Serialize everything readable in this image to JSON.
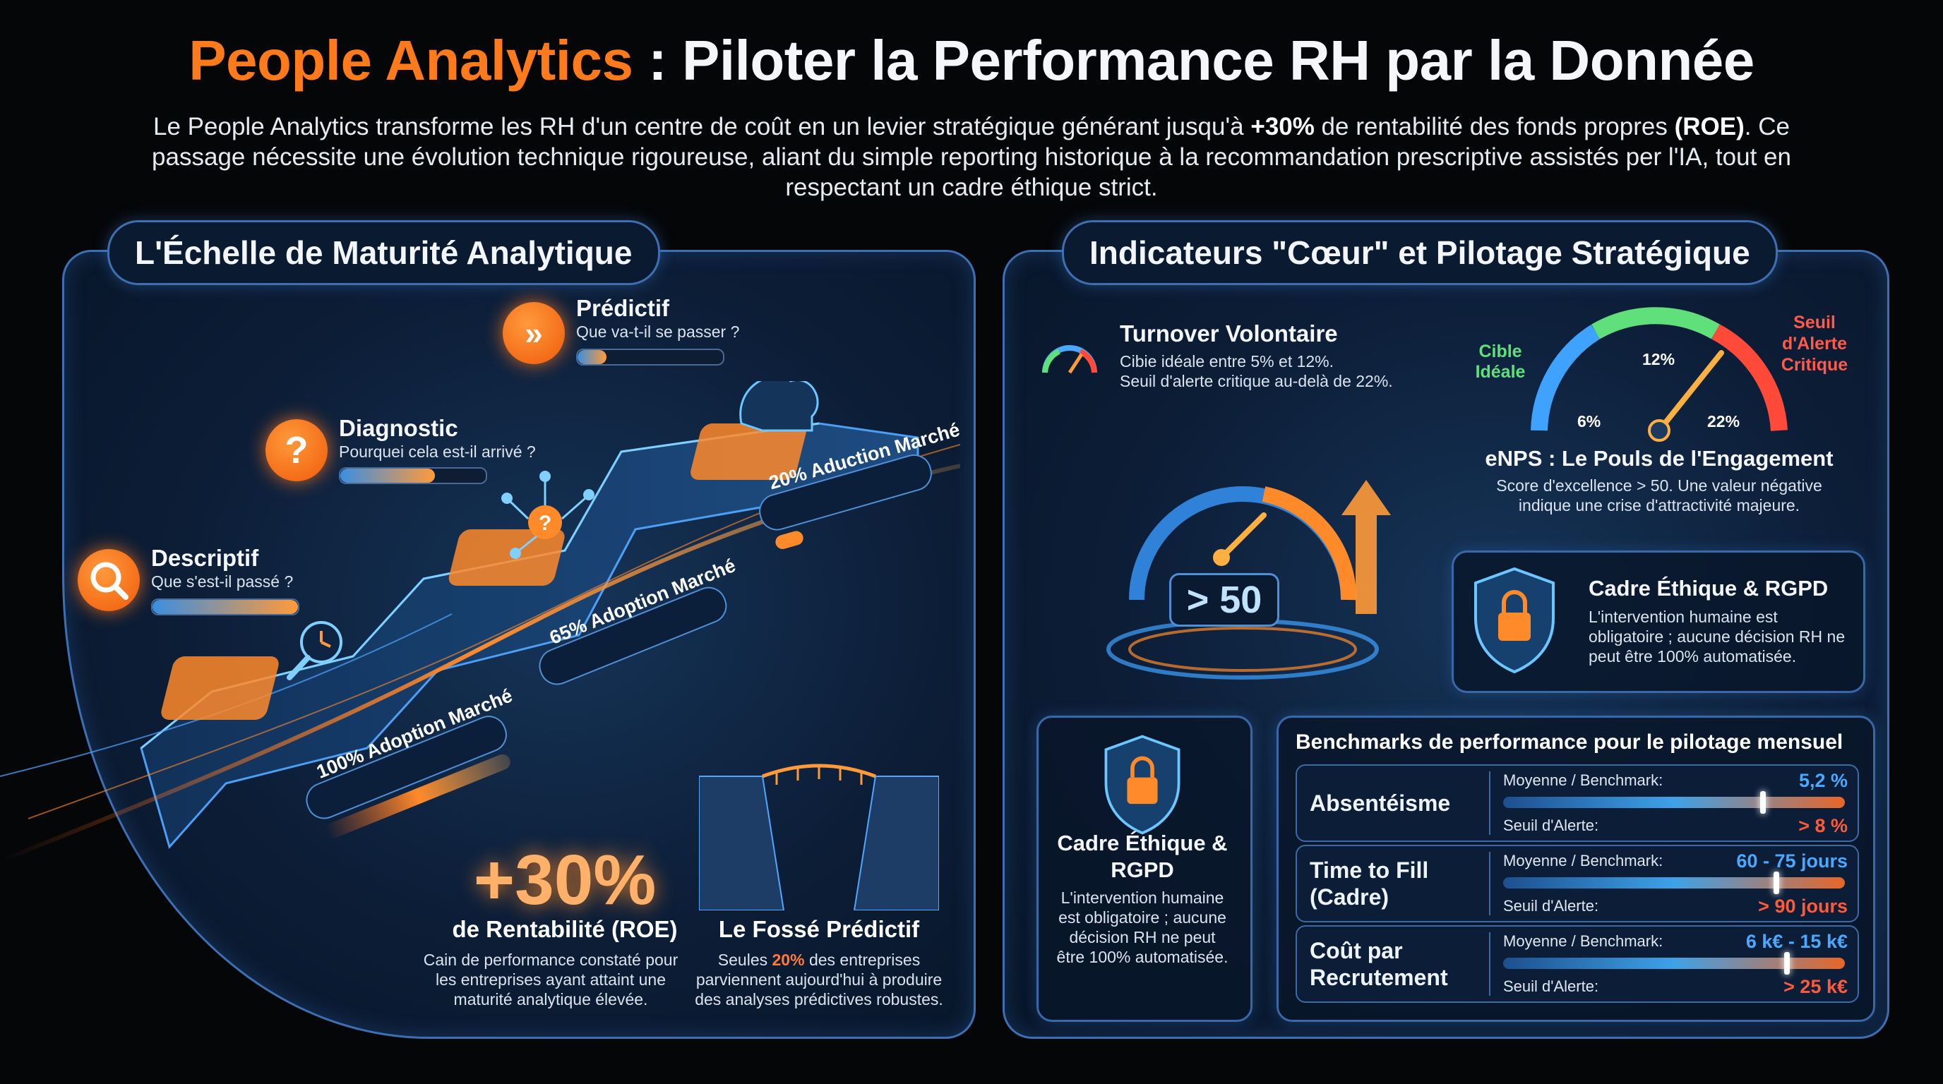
{
  "header": {
    "title_accent": "People Analytics",
    "title_rest": " : Piloter la Performance RH par la Donnée",
    "intro_a": "Le People Analytics transforme les RH d'un centre de coût en un levier stratégique générant jusqu'à ",
    "intro_b": "+30%",
    "intro_c": " de rentabilité des fonds propres ",
    "intro_d": "(ROE)",
    "intro_e": ". Ce passage nécessite une évolution technique rigoureuse, aliant du simple reporting historique à la recommandation prescriptive assistés per l'IA, tout en respectant un cadre éthique strict."
  },
  "left": {
    "title": "L'Échelle de Maturité Analytique",
    "levels": [
      {
        "label": "Descriptif",
        "question": "Que s'est-il passé ?",
        "progress": 1.0,
        "icon": "search-icon"
      },
      {
        "label": "Diagnostic",
        "question": "Pourquei cela est-il arrivé ?",
        "progress": 0.65,
        "icon": "question-icon"
      },
      {
        "label": "Prédictif",
        "question": "Que va-t-il se passer ?",
        "progress": 0.2,
        "icon": "fast-forward-icon"
      }
    ],
    "steps": [
      "100% Adoption Marché",
      "65% Adoption Marché",
      "20% Aduction Marché"
    ],
    "roe": {
      "value": "+30%",
      "label": "de Rentabilité (ROE)",
      "text": "Cain de performance constaté pour les entreprises ayant attaint une maturité analytique élevée."
    },
    "gap": {
      "title": "Le Fossé Prédictif",
      "text_a": "Seules ",
      "text_b": "20%",
      "text_c": " des entreprises parviennent aujourd'hui à produire des analyses prédictives robustes."
    }
  },
  "right": {
    "title": "Indicateurs \"Cœur\" et Pilotage Stratégique",
    "turnover": {
      "title": "Turnover Volontaire",
      "line1": "Cibie idéale entre 5% et 12%.",
      "line2": "Seuil d'alerte critique au-delà de 22%."
    },
    "gauge": {
      "target_label": "Cible Idéale",
      "alert_label": "Seuil d'Alerte Critique",
      "tick_low": "6%",
      "tick_mid": "12%",
      "tick_high": "22%"
    },
    "enps": {
      "title": "eNPS : Le Pouls de l'Engagement",
      "text": "Score d'excellence > 50. Une valeur négative indique une crise d'attractivité majeure.",
      "display": "> 50"
    },
    "ethics_top": {
      "title": "Cadre Éthique & RGPD",
      "text": "L'intervention humaine est obligatoire ; aucune décision RH ne peut être 100% automatisée."
    },
    "ethics_small": {
      "title": "Cadre Éthique & RGPD",
      "text": "L'intervention humaine est obligatoire ; aucune décision RH ne peut être 100% automatisée."
    },
    "benchmarks": {
      "title": "Benchmarks de performance pour le pilotage mensuel",
      "avg_label": "Moyenne / Benchmark:",
      "alert_label": "Seuil d'Alerte:",
      "rows": [
        {
          "name": "Absentéisme",
          "avg": "5,2 %",
          "alert": "> 8 %",
          "marker": 0.76
        },
        {
          "name": "Time to Fill (Cadre)",
          "avg": "60 - 75 jours",
          "alert": "> 90 jours",
          "marker": 0.8
        },
        {
          "name": "Coût par Recrutement",
          "avg": "6 k€ - 15 k€",
          "alert": "> 25 k€",
          "marker": 0.83
        }
      ]
    }
  },
  "colors": {
    "accent": "#ff7a1a",
    "blue": "#4aa8ff",
    "red": "#ff4a3a",
    "green": "#5fe07a"
  }
}
